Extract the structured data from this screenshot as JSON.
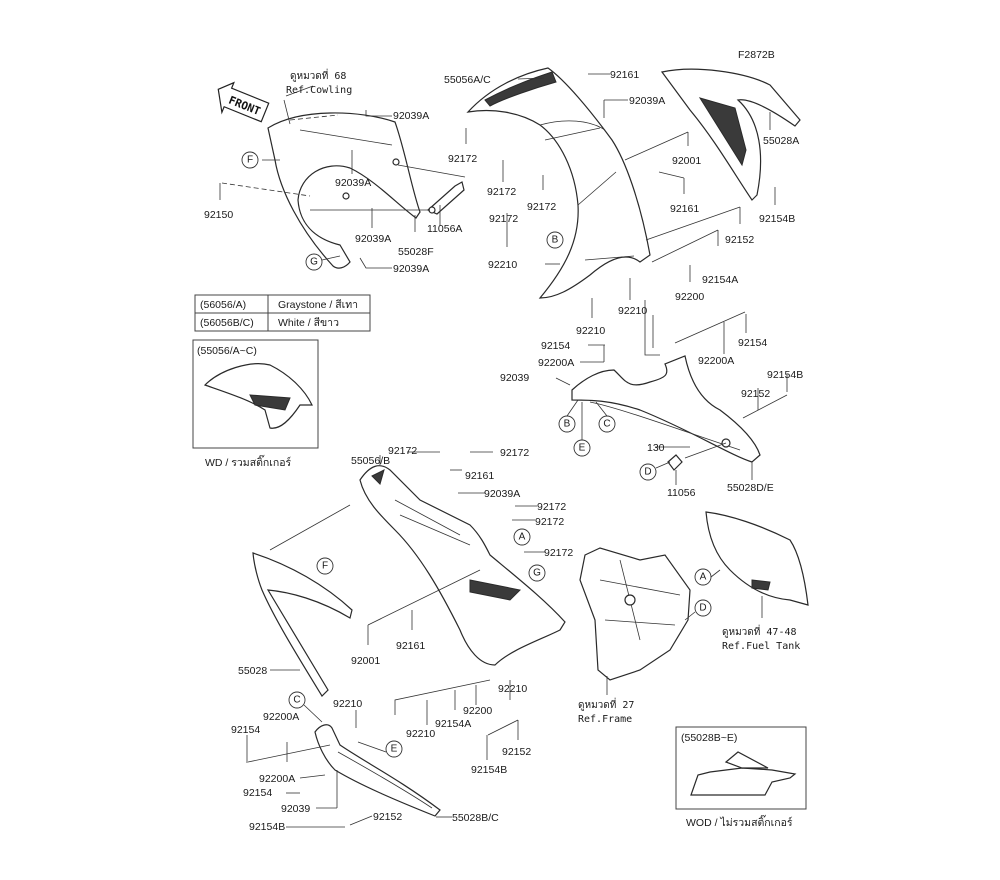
{
  "diagram_code": "F2872B",
  "front_marker": "FRONT",
  "refs": {
    "cowling": {
      "thai": "ดูหมวดที่ 68",
      "en": "Ref.Cowling"
    },
    "fuel_tank": {
      "thai": "ดูหมวดที่ 47-48",
      "en": "Ref.Fuel Tank"
    },
    "frame": {
      "thai": "ดูหมวดที่ 27",
      "en": "Ref.Frame"
    }
  },
  "color_table": [
    {
      "code": "(56056/A)",
      "color": "Graystone / สีเทา"
    },
    {
      "code": "(56056B/C)",
      "color": "White / สีขาว"
    }
  ],
  "inset_wd": {
    "title": "(55056/A~C)",
    "caption": "WD / รวมสติ๊กเกอร์"
  },
  "inset_wod": {
    "title": "(55028B~E)",
    "caption": "WOD / ไม่รวมสติ๊กเกอร์"
  },
  "callouts": [
    "F",
    "G",
    "B",
    "B",
    "C",
    "E",
    "D",
    "F",
    "A",
    "G",
    "C",
    "E",
    "A",
    "D"
  ],
  "parts": {
    "p01": "92039A",
    "p02": "92039A",
    "p03": "92150",
    "p04": "92039A",
    "p05": "55028F",
    "p06": "92039A",
    "p07": "11056A",
    "p08": "55056A/C",
    "p09": "92161",
    "p10": "92039A",
    "p11": "92172",
    "p12": "92172",
    "p13": "92172",
    "p14": "92172",
    "p15": "92210",
    "p16": "92001",
    "p17": "92161",
    "p18": "55028A",
    "p19": "92154B",
    "p20": "92152",
    "p21": "92154A",
    "p22": "92200",
    "p23": "92210",
    "p24": "92210",
    "p25": "92154",
    "p26": "92200A",
    "p27": "92039",
    "p28": "92200A",
    "p29": "92154",
    "p30": "92154B",
    "p31": "92152",
    "p32": "130",
    "p33": "11056",
    "p34": "55028D/E",
    "p35": "55056/B",
    "p36": "92172",
    "p37": "92172",
    "p38": "92161",
    "p39": "92039A",
    "p40": "92172",
    "p41": "92172",
    "p42": "92172",
    "p43": "92001",
    "p44": "92161",
    "p45": "55028",
    "p46": "92210",
    "p47": "92210",
    "p48": "92200",
    "p49": "92154A",
    "p50": "92210",
    "p51": "92200A",
    "p52": "92154",
    "p53": "92152",
    "p54": "92154B",
    "p55": "92200A",
    "p56": "92154",
    "p57": "92039",
    "p58": "55028B/C",
    "p59": "92154B",
    "p60": "92152"
  }
}
